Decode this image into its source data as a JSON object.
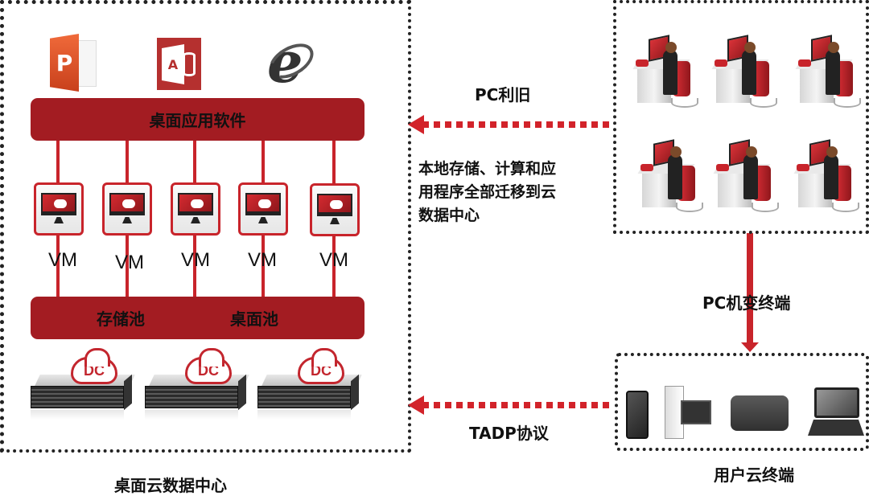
{
  "diagram": {
    "title": "桌面云架构示意",
    "data_center": {
      "label": "桌面云数据中心",
      "apps": [
        {
          "name": "PowerPoint",
          "icon": "powerpoint-icon",
          "glyph": "P"
        },
        {
          "name": "Access",
          "icon": "access-icon",
          "glyph": "A"
        },
        {
          "name": "Internet Explorer",
          "icon": "ie-icon",
          "glyph": "e"
        }
      ],
      "app_layer_label": "桌面应用软件",
      "vms": [
        {
          "label": "VM"
        },
        {
          "label": "VM"
        },
        {
          "label": "VM"
        },
        {
          "label": "VM"
        },
        {
          "label": "VM"
        }
      ],
      "pools": {
        "storage": "存储池",
        "desktop": "桌面池"
      },
      "servers": [
        {
          "badge": "DC"
        },
        {
          "badge": "DC"
        },
        {
          "badge": "DC"
        }
      ]
    },
    "flows": {
      "top_arrow_label": "PC利旧",
      "migration_text_lines": [
        "本地存储、计算和应",
        "用程序全部迁移到云",
        "数据中心"
      ],
      "down_arrow_label": "PC机变终端",
      "bottom_arrow_label": "TADP协议"
    },
    "pc_users": {
      "count": 6
    },
    "terminals": {
      "label": "用户云终端",
      "devices": [
        {
          "name": "smartphone",
          "icon": "smartphone-icon"
        },
        {
          "name": "desktop-pc",
          "icon": "desktop-pc-icon"
        },
        {
          "name": "thin-client",
          "icon": "thin-client-icon"
        },
        {
          "name": "laptop",
          "icon": "laptop-icon"
        }
      ]
    },
    "colors": {
      "brand_red": "#a31c22",
      "line_red": "#c8242b",
      "arrow_red": "#d2232a",
      "border": "#222222"
    }
  }
}
